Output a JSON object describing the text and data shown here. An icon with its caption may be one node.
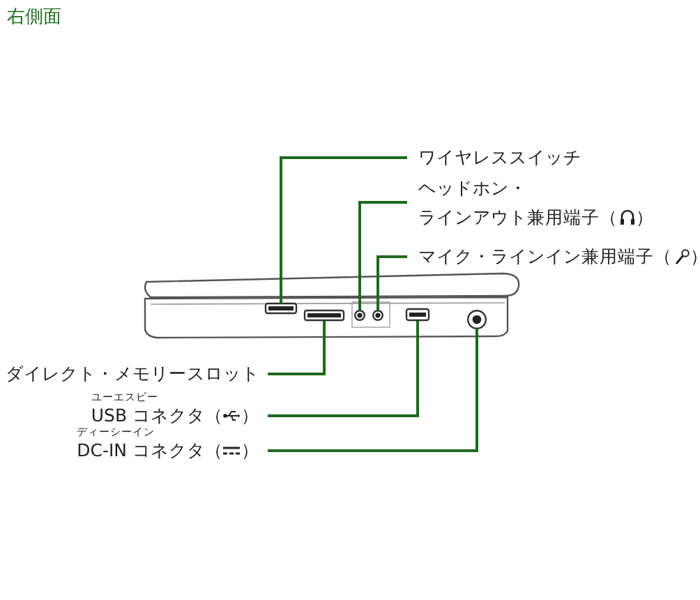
{
  "diagram": {
    "title": "右側面",
    "nodes": [
      {
        "text": [
          "ワイヤレススイッチ"
        ]
      },
      {
        "text": [],
        "shape": "box"
      },
      {
        "text": [
          "ヘッドホン・ラインアウト兼用端子（　）"
        ]
      },
      {
        "text": [],
        "shape": "circle"
      },
      {
        "text": [
          "マイク・ラインイン兼用端子（　）"
        ]
      },
      {
        "text": [],
        "shape": "circle"
      },
      {
        "text": [
          "ダイレクト・メモリースロット"
        ]
      },
      {
        "text": [],
        "shape": "box"
      },
      {
        "text": [
          "ユーエスビー",
          "USB コネクタ（　）"
        ]
      },
      {
        "text": [],
        "shape": "box"
      },
      {
        "text": [
          "ディーシーイン",
          "DC-IN コネクタ（　）"
        ]
      },
      {
        "text": [],
        "shape": "circle"
      }
    ],
    "edges": [
      {
        "from": 0,
        "to": 1,
        "arrow": "none"
      },
      {
        "from": 2,
        "to": 3,
        "arrow": "none"
      },
      {
        "from": 4,
        "to": 5,
        "arrow": "none"
      },
      {
        "from": 6,
        "to": 7,
        "arrow": "none"
      },
      {
        "from": 8,
        "to": 9,
        "arrow": "none"
      },
      {
        "from": 10,
        "to": 11,
        "arrow": "none"
      }
    ]
  }
}
